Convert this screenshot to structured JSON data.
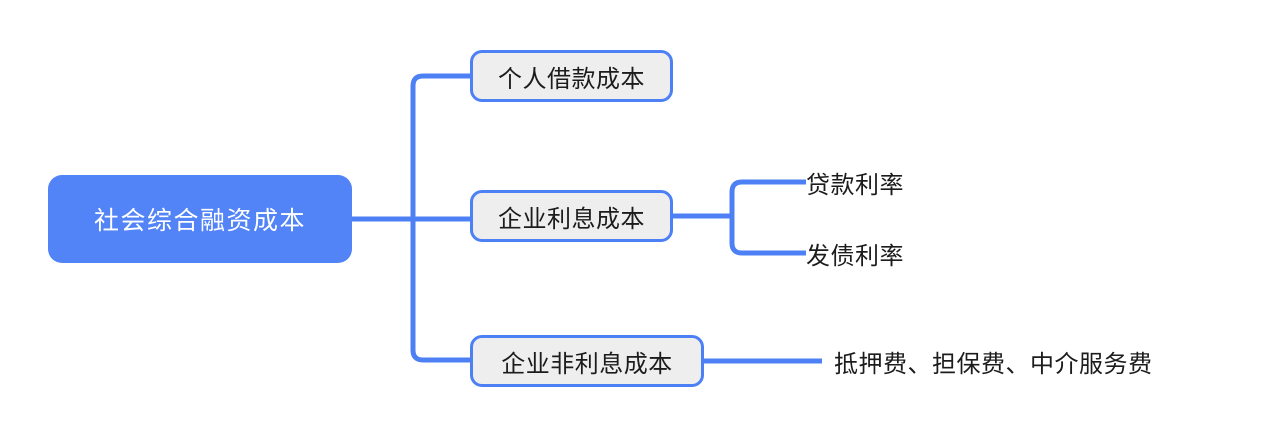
{
  "diagram": {
    "type": "mindmap",
    "orientation": "left-to-right",
    "colors": {
      "root_fill": "#5283f7",
      "root_text": "#ffffff",
      "node_fill": "#eeeeef",
      "node_border": "#4d80f5",
      "node_text": "#1c1c1c",
      "connector": "#4d80f5",
      "background": "#ffffff"
    },
    "root": {
      "label": "社会综合融资成本"
    },
    "branches": [
      {
        "label": "个人借款成本",
        "children": []
      },
      {
        "label": "企业利息成本",
        "children": [
          {
            "label": "贷款利率"
          },
          {
            "label": "发债利率"
          }
        ]
      },
      {
        "label": "企业非利息成本",
        "children": [
          {
            "label": "抵押费、担保费、中介服务费"
          }
        ]
      }
    ]
  }
}
